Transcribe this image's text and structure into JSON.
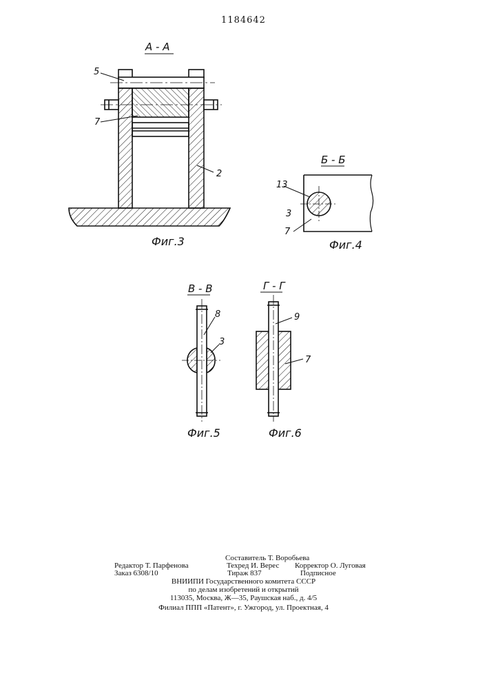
{
  "patent_number": "1184642",
  "figures": {
    "fig3": {
      "section": "А - А",
      "caption": "Фиг.3",
      "labels": [
        "5",
        "7",
        "2"
      ]
    },
    "fig4": {
      "section": "Б - Б",
      "caption": "Фиг.4",
      "labels": [
        "13",
        "3",
        "7"
      ]
    },
    "fig5": {
      "section": "В - В",
      "caption": "Фиг.5",
      "labels": [
        "8",
        "3"
      ]
    },
    "fig6": {
      "section": "Г - Г",
      "caption": "Фиг.6",
      "labels": [
        "9",
        "7"
      ]
    }
  },
  "imprint": {
    "compiler": "Составитель Т. Воробьева",
    "editor": "Редактор Т. Парфенова",
    "techred": "Техред И. Верес",
    "corrector": "Корректор О. Луговая",
    "order": "Заказ 6308/10",
    "circulation": "Тираж 837",
    "subscription": "Подписное",
    "org_line1": "ВНИИПИ Государственного комитета СССР",
    "org_line2": "по делам изобретений и открытий",
    "address": "113035, Москва, Ж—35, Раушская наб., д. 4/5",
    "branch": "Филиал ППП «Патент», г. Ужгород, ул. Проектная, 4"
  }
}
